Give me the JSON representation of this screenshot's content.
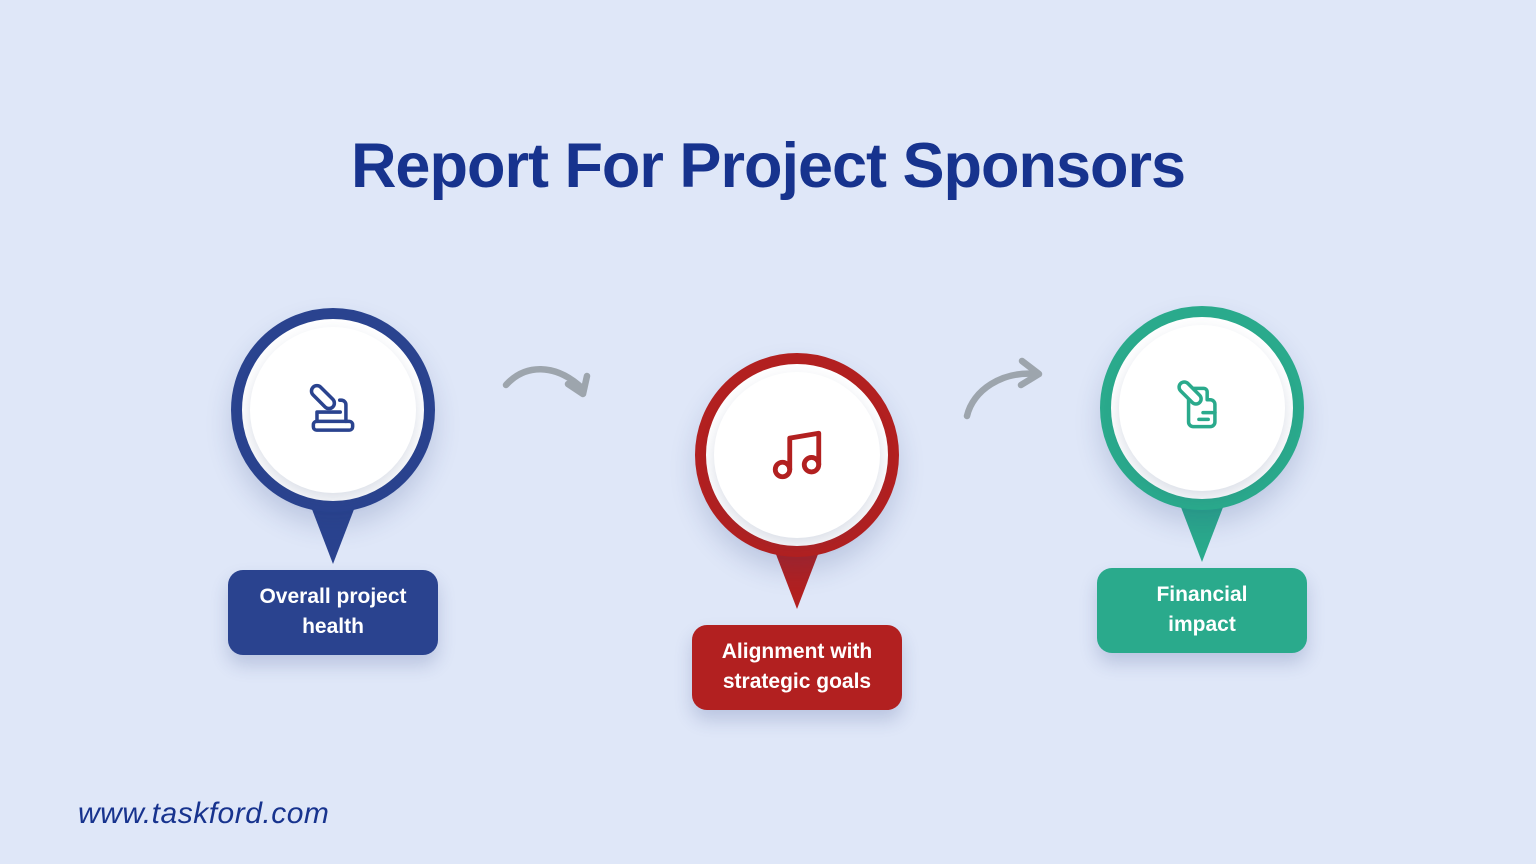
{
  "title": "Report For Project Sponsors",
  "website": "www.taskford.com",
  "colors": {
    "background": "#dfe7f8",
    "title": "#17338e",
    "website": "#17338e",
    "label_text": "#ffffff",
    "arrow": "#9da5ad",
    "step_blue": "#2a438f",
    "step_red": "#b22020",
    "step_teal": "#2aaa8c"
  },
  "steps": [
    {
      "label": "Overall project\nhealth",
      "color": "#2a438f",
      "icon": "stamp-approval-icon"
    },
    {
      "label": "Alignment with\nstrategic goals",
      "color": "#b22020",
      "icon": "music-note-icon"
    },
    {
      "label": "Financial\nimpact",
      "color": "#2aaa8c",
      "icon": "signed-document-icon"
    }
  ]
}
